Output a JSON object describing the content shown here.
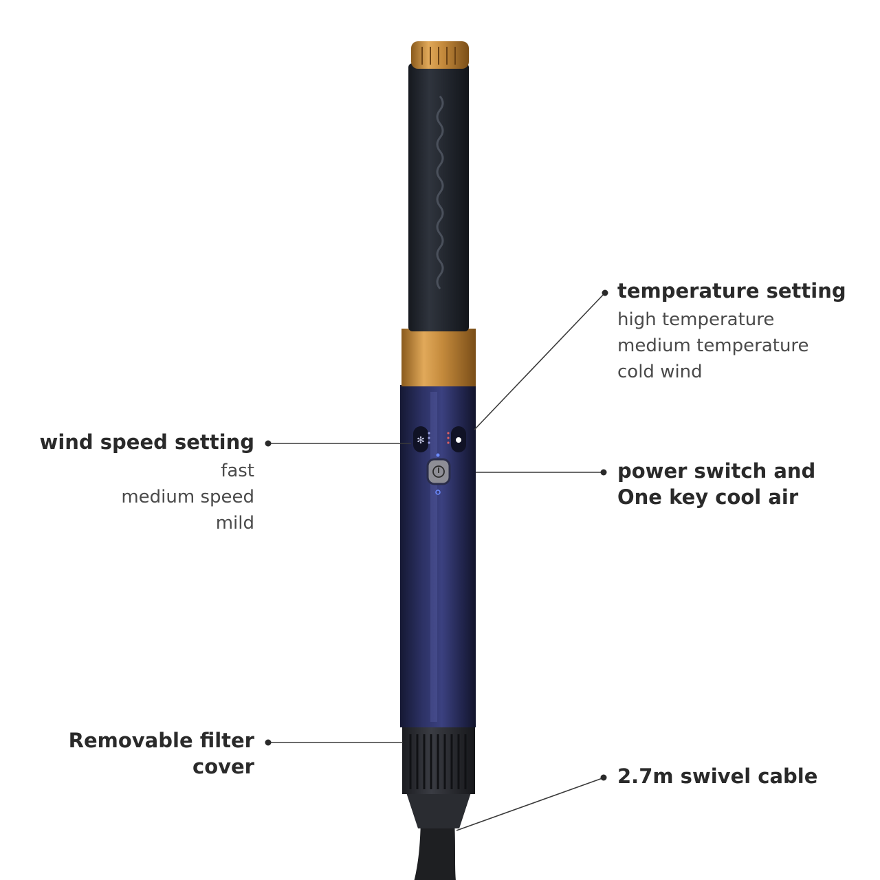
{
  "callouts": {
    "temperature": {
      "title": "temperature setting",
      "options": [
        "high temperature",
        "medium temperature",
        "cold wind"
      ]
    },
    "wind_speed": {
      "title": "wind speed setting",
      "options": [
        "fast",
        "medium speed",
        "mild"
      ]
    },
    "power": {
      "title_line1": "power switch and",
      "title_line2": "One key cool air"
    },
    "filter": {
      "title_line1": "Removable filter",
      "title_line2": "cover"
    },
    "cable": {
      "title": "2.7m swivel cable"
    }
  },
  "colors": {
    "background": "#ffffff",
    "barrel": "#23272f",
    "gold": "#c9913f",
    "handle": "#252a55",
    "filter": "#2b2d33",
    "cable": "#1e1f22",
    "text": "#2a2a2a"
  }
}
